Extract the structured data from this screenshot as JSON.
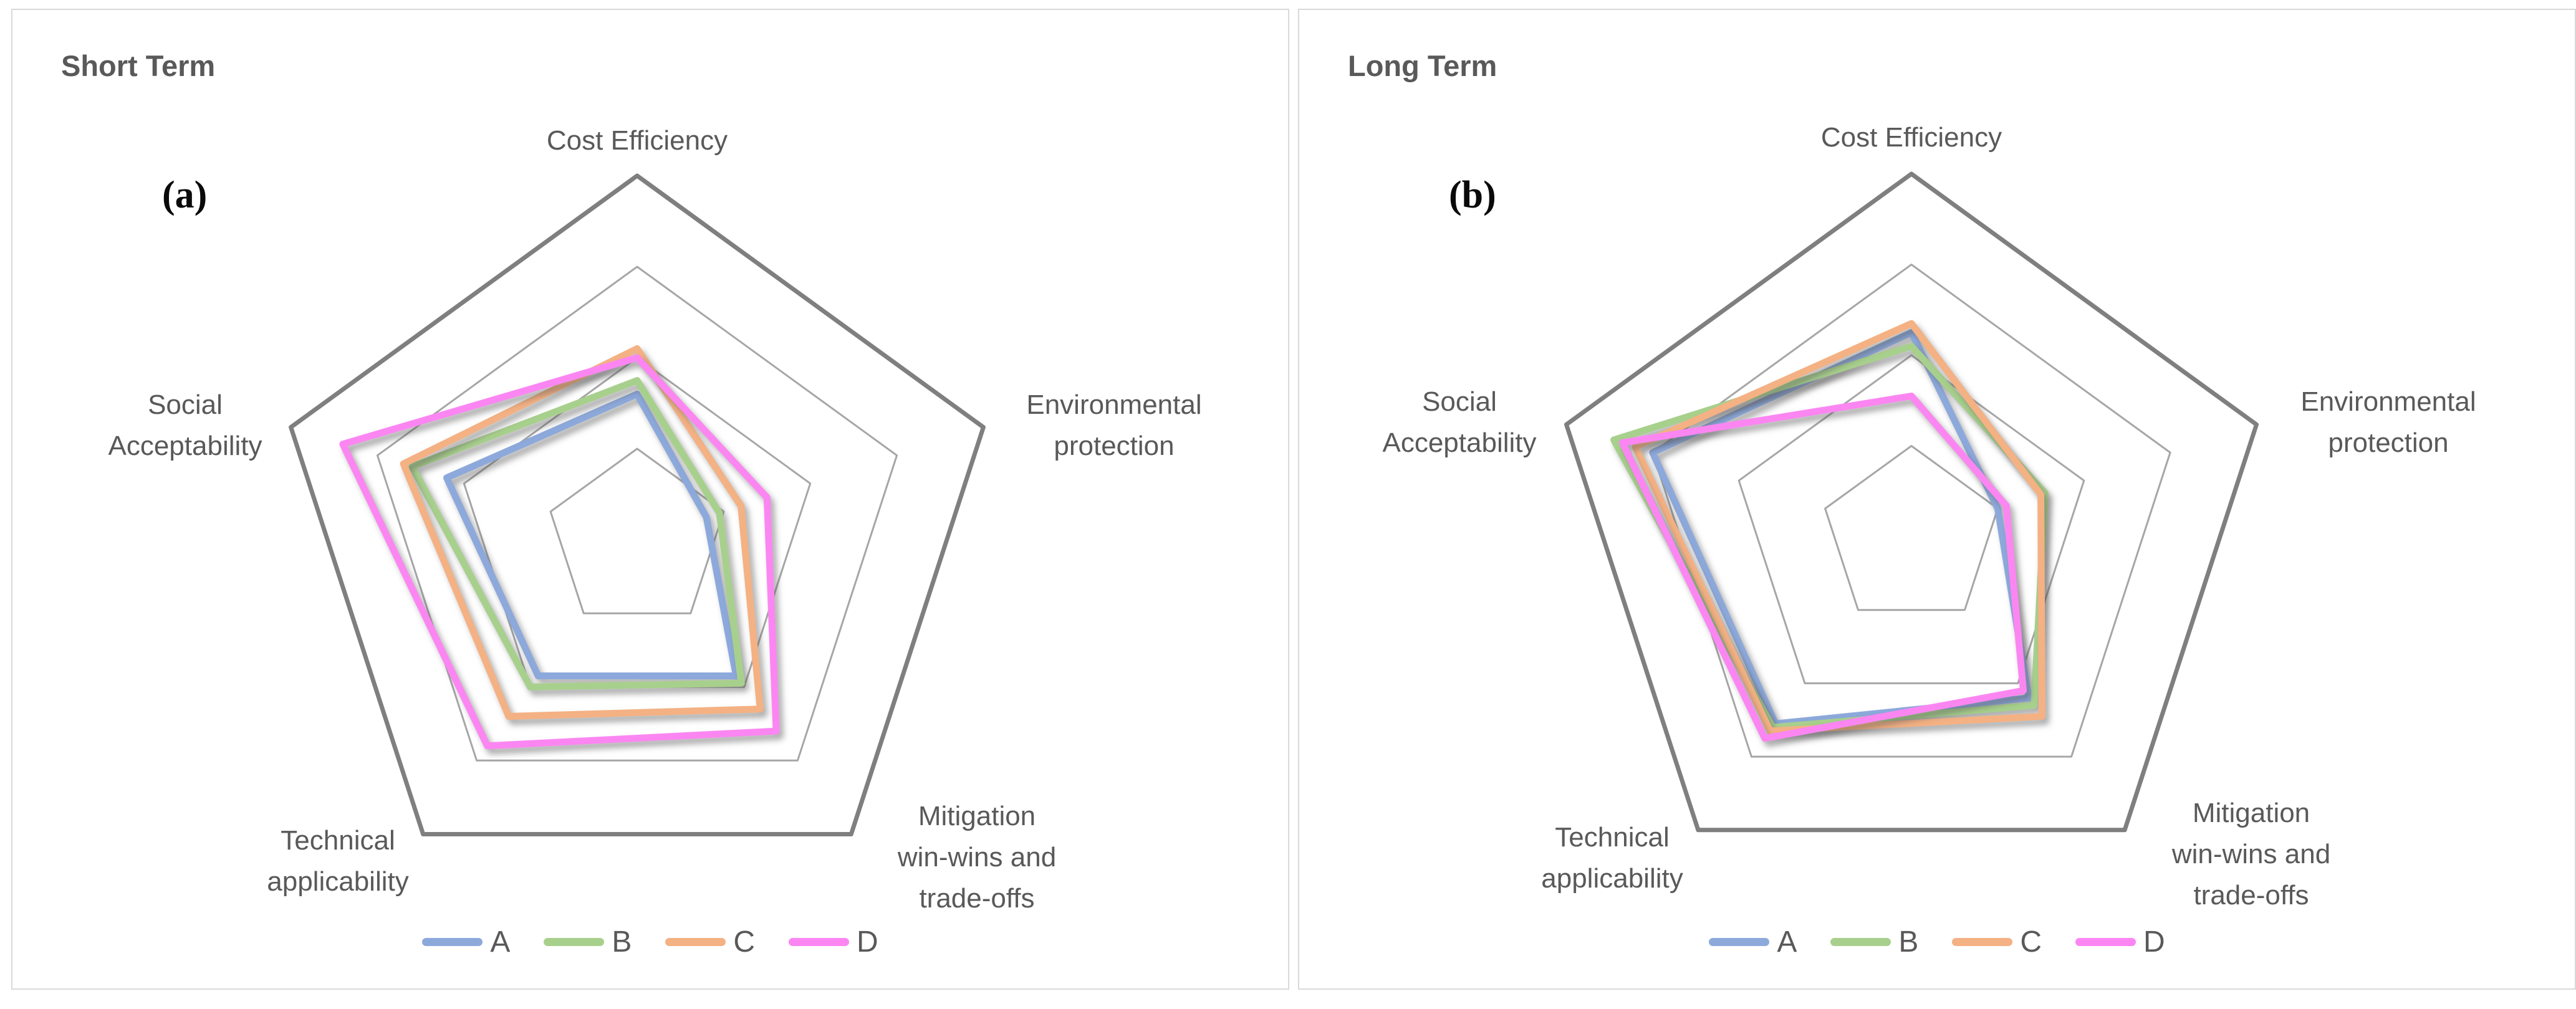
{
  "colors": {
    "series_a": "#8DA9DB",
    "series_b": "#A8D08D",
    "series_c": "#F4B183",
    "series_d": "#FB86F2",
    "grid_inner": "#A6A6A6",
    "grid_outer": "#7F7F7F",
    "label_text": "#595959",
    "title_text": "#595959",
    "panel_border": "#D9D9D9"
  },
  "legend": {
    "items": [
      {
        "label": "A",
        "color": "#8DA9DB"
      },
      {
        "label": "B",
        "color": "#A8D08D"
      },
      {
        "label": "C",
        "color": "#F4B183"
      },
      {
        "label": "D",
        "color": "#FB86F2"
      }
    ]
  },
  "chart_data": [
    {
      "type": "radar",
      "title": "Short Term",
      "panel_label": "(a)",
      "categories": [
        "Cost Efficiency",
        "Environmental protection",
        "Mitigation win-wins and trade-offs",
        "Technical applicability",
        "Social Acceptability"
      ],
      "category_label_lines": [
        [
          "Cost Efficiency"
        ],
        [
          "Environmental",
          "protection"
        ],
        [
          "Mitigation",
          "win-wins and",
          "trade-offs"
        ],
        [
          "Technical",
          "applicability"
        ],
        [
          "Social",
          "Acceptability"
        ]
      ],
      "scale": {
        "min": 0,
        "max": 4,
        "gridlines": [
          1,
          2,
          3
        ],
        "outer_ring": 4,
        "tick_labels_shown": false
      },
      "legend_position": "bottom",
      "grid_shape": "pentagon",
      "series": [
        {
          "name": "A",
          "color": "#8DA9DB",
          "values": [
            1.6,
            0.8,
            1.85,
            1.85,
            2.2
          ]
        },
        {
          "name": "B",
          "color": "#A8D08D",
          "values": [
            1.75,
            0.95,
            1.95,
            2.0,
            2.6
          ]
        },
        {
          "name": "C",
          "color": "#F4B183",
          "values": [
            2.1,
            1.2,
            2.3,
            2.4,
            2.7
          ]
        },
        {
          "name": "D",
          "color": "#FB86F2",
          "values": [
            2.0,
            1.5,
            2.6,
            2.8,
            3.4
          ]
        }
      ]
    },
    {
      "type": "radar",
      "title": "Long Term",
      "panel_label": "(b)",
      "categories": [
        "Cost Efficiency",
        "Environmental protection",
        "Mitigation win-wins and trade-offs",
        "Technical applicability",
        "Social Acceptability"
      ],
      "category_label_lines": [
        [
          "Cost Efficiency"
        ],
        [
          "Environmental",
          "protection"
        ],
        [
          "Mitigation",
          "win-wins and",
          "trade-offs"
        ],
        [
          "Technical",
          "applicability"
        ],
        [
          "Social",
          "Acceptability"
        ]
      ],
      "scale": {
        "min": 0,
        "max": 4,
        "gridlines": [
          1,
          2,
          3
        ],
        "outer_ring": 4,
        "tick_labels_shown": false
      },
      "legend_position": "bottom",
      "grid_shape": "pentagon",
      "series": [
        {
          "name": "A",
          "color": "#8DA9DB",
          "values": [
            2.25,
            1.0,
            2.2,
            2.55,
            3.0
          ]
        },
        {
          "name": "B",
          "color": "#A8D08D",
          "values": [
            2.1,
            1.55,
            2.3,
            2.6,
            3.45
          ]
        },
        {
          "name": "C",
          "color": "#F4B183",
          "values": [
            2.35,
            1.5,
            2.45,
            2.65,
            3.2
          ]
        },
        {
          "name": "D",
          "color": "#FB86F2",
          "values": [
            1.55,
            1.1,
            2.1,
            2.75,
            3.35
          ]
        }
      ]
    }
  ]
}
